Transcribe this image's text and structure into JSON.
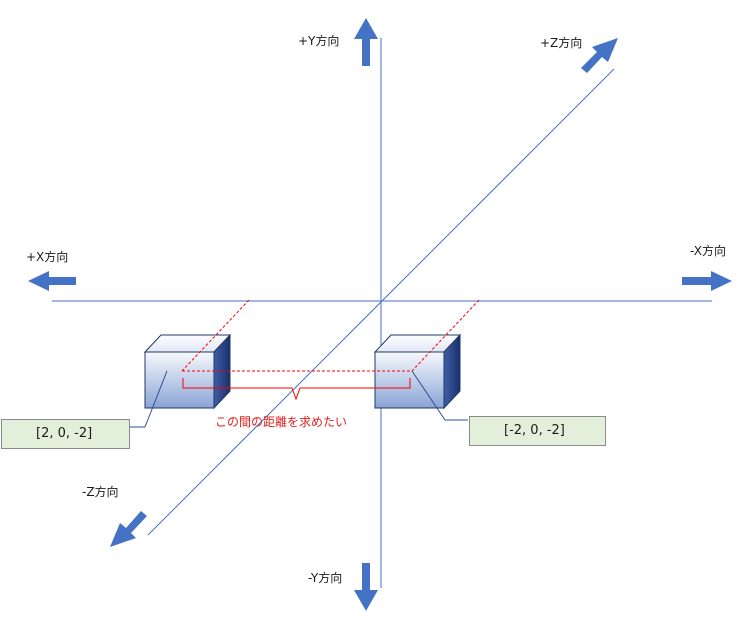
{
  "axes": {
    "plus_y": "+Y方向",
    "minus_y": "-Y方向",
    "plus_x": "+X方向",
    "minus_x": "-X方向",
    "plus_z": "+Z方向",
    "minus_z": "-Z方向"
  },
  "annotation": "この間の距離を求めたい",
  "boxes": {
    "left_coord": "[2, 0, -2]",
    "right_coord": "[-2, 0, -2]"
  },
  "colors": {
    "axis_line": "#4472c4",
    "arrow": "#4472c4",
    "dashed": "#ff0000",
    "label_box_fill": "#e2efda"
  }
}
